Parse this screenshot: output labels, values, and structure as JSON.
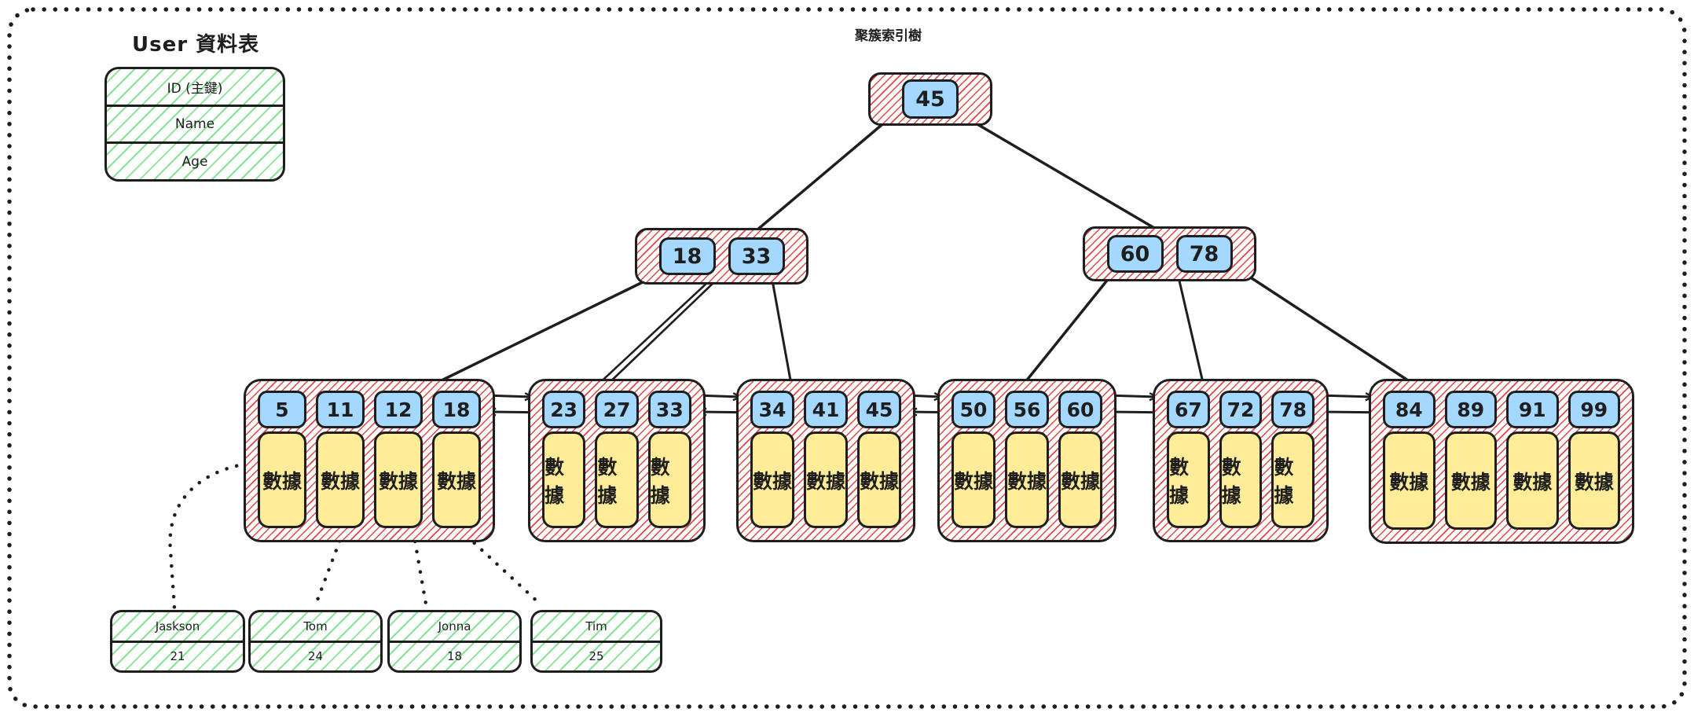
{
  "titles": {
    "table": "User 資料表",
    "tree": "聚簇索引樹"
  },
  "user_table": {
    "fields": [
      "ID (主鍵)",
      "Name",
      "Age"
    ]
  },
  "tree": {
    "data_label": "數據",
    "root": {
      "keys": [
        "45"
      ]
    },
    "internal_nodes": [
      {
        "keys": [
          "18",
          "33"
        ]
      },
      {
        "keys": [
          "60",
          "78"
        ]
      }
    ],
    "leaf_nodes": [
      {
        "keys": [
          "5",
          "11",
          "12",
          "18"
        ]
      },
      {
        "keys": [
          "23",
          "27",
          "33"
        ]
      },
      {
        "keys": [
          "34",
          "41",
          "45"
        ]
      },
      {
        "keys": [
          "50",
          "56",
          "60"
        ]
      },
      {
        "keys": [
          "67",
          "72",
          "78"
        ]
      },
      {
        "keys": [
          "84",
          "89",
          "91",
          "99"
        ]
      }
    ]
  },
  "records": [
    {
      "name": "Jaskson",
      "age": "21"
    },
    {
      "name": "Tom",
      "age": "24"
    },
    {
      "name": "Jonna",
      "age": "18"
    },
    {
      "name": "Tim",
      "age": "25"
    }
  ],
  "colors": {
    "stroke": "#1e1e1e",
    "index_hatch": "#e03131",
    "table_hatch": "#69db7c",
    "key_fill": "#a5d8ff",
    "data_fill": "#ffec99"
  }
}
